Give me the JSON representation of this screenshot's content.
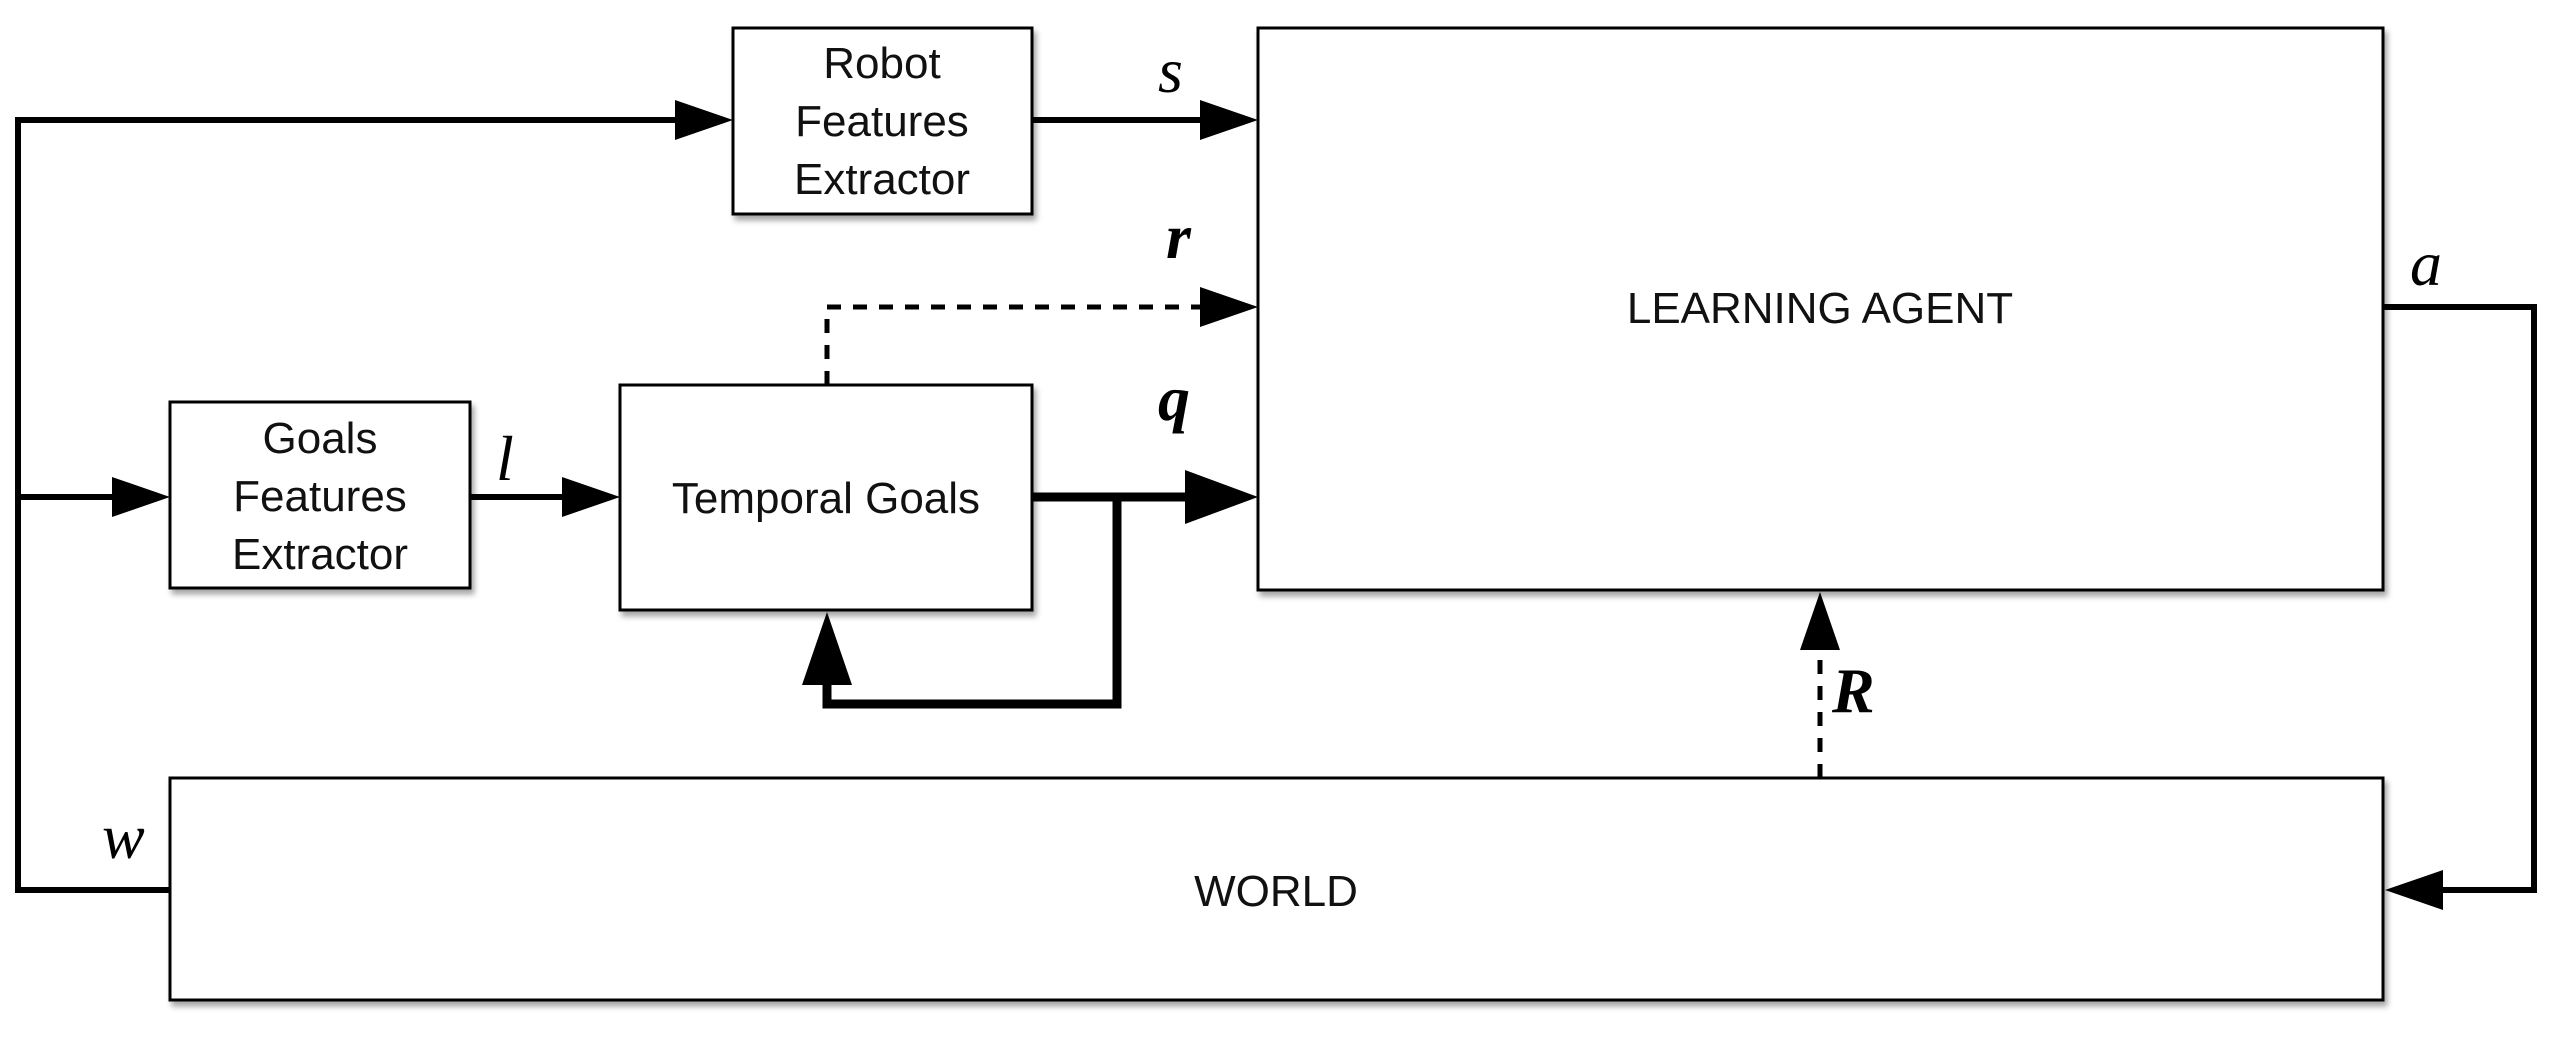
{
  "blocks": {
    "robot_features": {
      "lines": [
        "Robot",
        "Features",
        "Extractor"
      ]
    },
    "goals_features": {
      "lines": [
        "Goals",
        "Features",
        "Extractor"
      ]
    },
    "temporal_goals": {
      "label": "Temporal Goals"
    },
    "learning_agent": {
      "label": "LEARNING AGENT"
    },
    "world": {
      "label": "WORLD"
    }
  },
  "signals": {
    "s": "s",
    "r": "r",
    "q": "q",
    "l": "l",
    "a": "a",
    "R": "R",
    "w": "w"
  }
}
